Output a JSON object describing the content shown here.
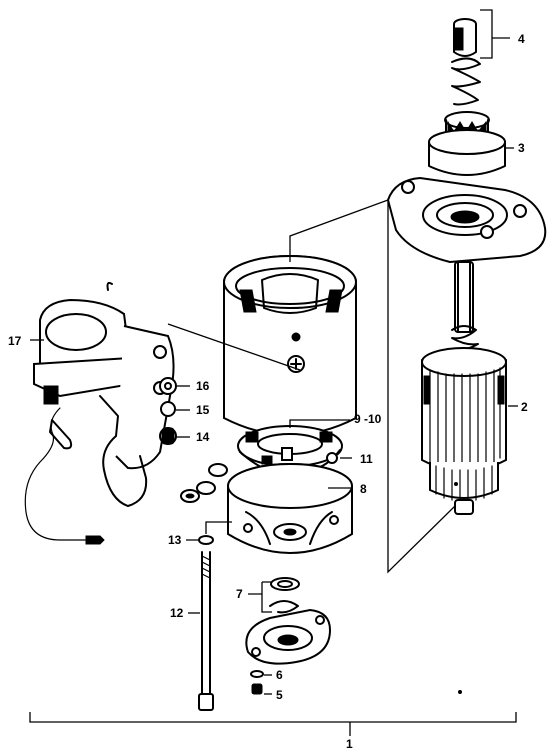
{
  "callouts": {
    "c1": "1",
    "c2": "2",
    "c3": "3",
    "c4": "4",
    "c5": "5",
    "c6": "6",
    "c7": "7",
    "c8": "8",
    "c9_10": "9 -10",
    "c11": "11",
    "c12": "12",
    "c13": "13",
    "c14": "14",
    "c15": "15",
    "c16": "16",
    "c17": "17"
  }
}
